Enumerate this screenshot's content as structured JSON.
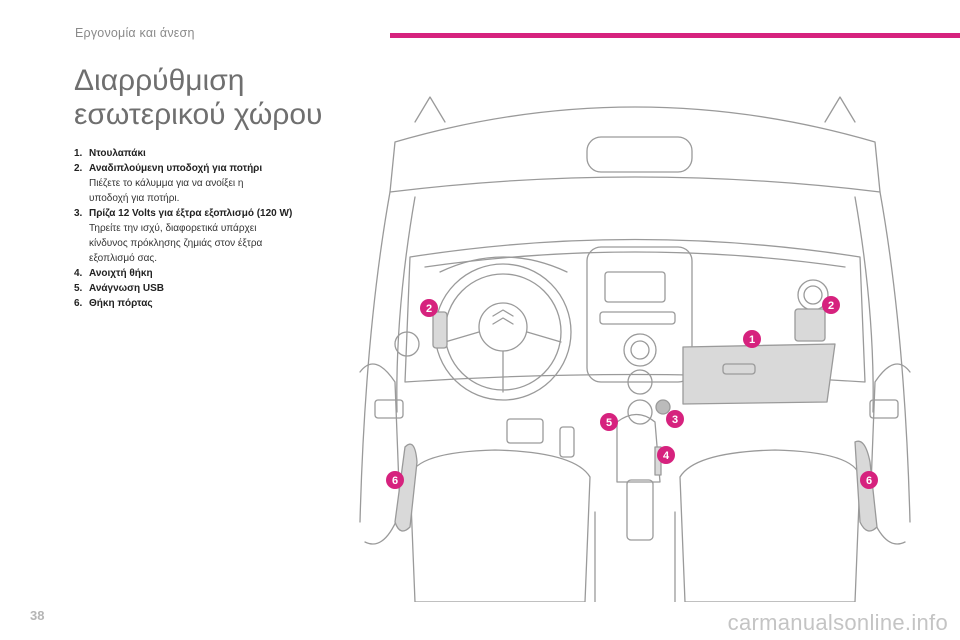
{
  "header": {
    "section_title": "Εργονομία και άνεση"
  },
  "page_title_line1": "Διαρρύθμιση",
  "page_title_line2": "εσωτερικού χώρου",
  "items": [
    {
      "num": "1.",
      "label": "Ντουλαπάκι",
      "desc": []
    },
    {
      "num": "2.",
      "label": "Αναδιπλούμενη υποδοχή για ποτήρι",
      "desc": [
        "Πιέζετε το κάλυμμα για να ανοίξει η",
        "υποδοχή για ποτήρι."
      ]
    },
    {
      "num": "3.",
      "label": "Πρίζα 12 Volts για έξτρα εξοπλισμό (120 W)",
      "desc": [
        "Τηρείτε την ισχύ, διαφορετικά υπάρχει",
        "κίνδυνος πρόκλησης ζημιάς στον έξτρα",
        "εξοπλισμό σας."
      ]
    },
    {
      "num": "4.",
      "label": "Ανοιχτή θήκη",
      "desc": []
    },
    {
      "num": "5.",
      "label": "Ανάγνωση USB",
      "desc": []
    },
    {
      "num": "6.",
      "label": "Θήκη πόρτας",
      "desc": []
    }
  ],
  "callouts": {
    "glovebox": "1",
    "cupholder_left": "2",
    "cupholder_right": "2",
    "socket": "3",
    "open_tray": "4",
    "usb": "5",
    "door_left": "6",
    "door_right": "6"
  },
  "page_number": "38",
  "watermark": "carmanualsonline.info",
  "colors": {
    "accent": "#d6227e",
    "title": "#6f6f6f",
    "muted": "#8a8a8a"
  }
}
